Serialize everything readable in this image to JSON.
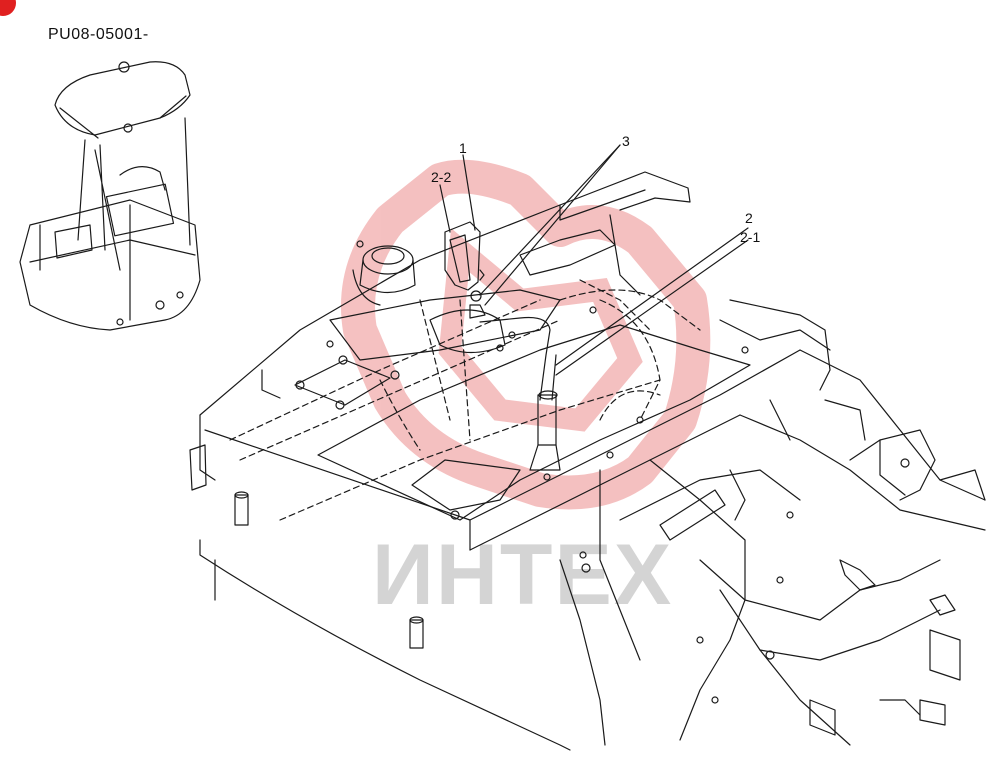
{
  "header": {
    "model_code": "PU08-05001-"
  },
  "callouts": [
    "1",
    "2-2",
    "3",
    "2",
    "2-1"
  ],
  "watermark": {
    "text": "ИНТЕХ",
    "color": "#f3b6b6",
    "text_color": "#d4d4d4"
  },
  "colors": {
    "line": "#1a1a1a",
    "accent": "#e02020"
  }
}
